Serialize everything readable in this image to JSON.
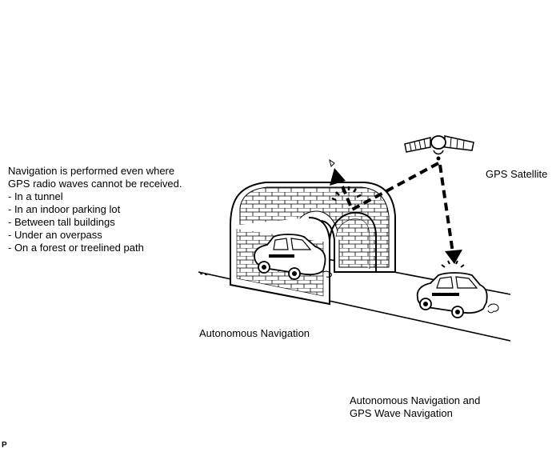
{
  "description": {
    "lines": [
      "Navigation is performed even where",
      "GPS radio waves cannot be received.",
      "- In a tunnel",
      "- In an indoor parking lot",
      "- Between tall buildings",
      "- Under an overpass",
      "- On a forest or treelined path"
    ]
  },
  "labels": {
    "gps_satellite": "GPS Satellite",
    "autonomous": "Autonomous Navigation",
    "combined_line1": "Autonomous Navigation and",
    "combined_line2": "GPS Wave Navigation"
  },
  "corner_mark": "P",
  "illustration": {
    "objects": [
      "tunnel",
      "road",
      "car-in-tunnel",
      "car-on-open-road",
      "gps-satellite",
      "blocked-signal",
      "received-signal"
    ]
  }
}
